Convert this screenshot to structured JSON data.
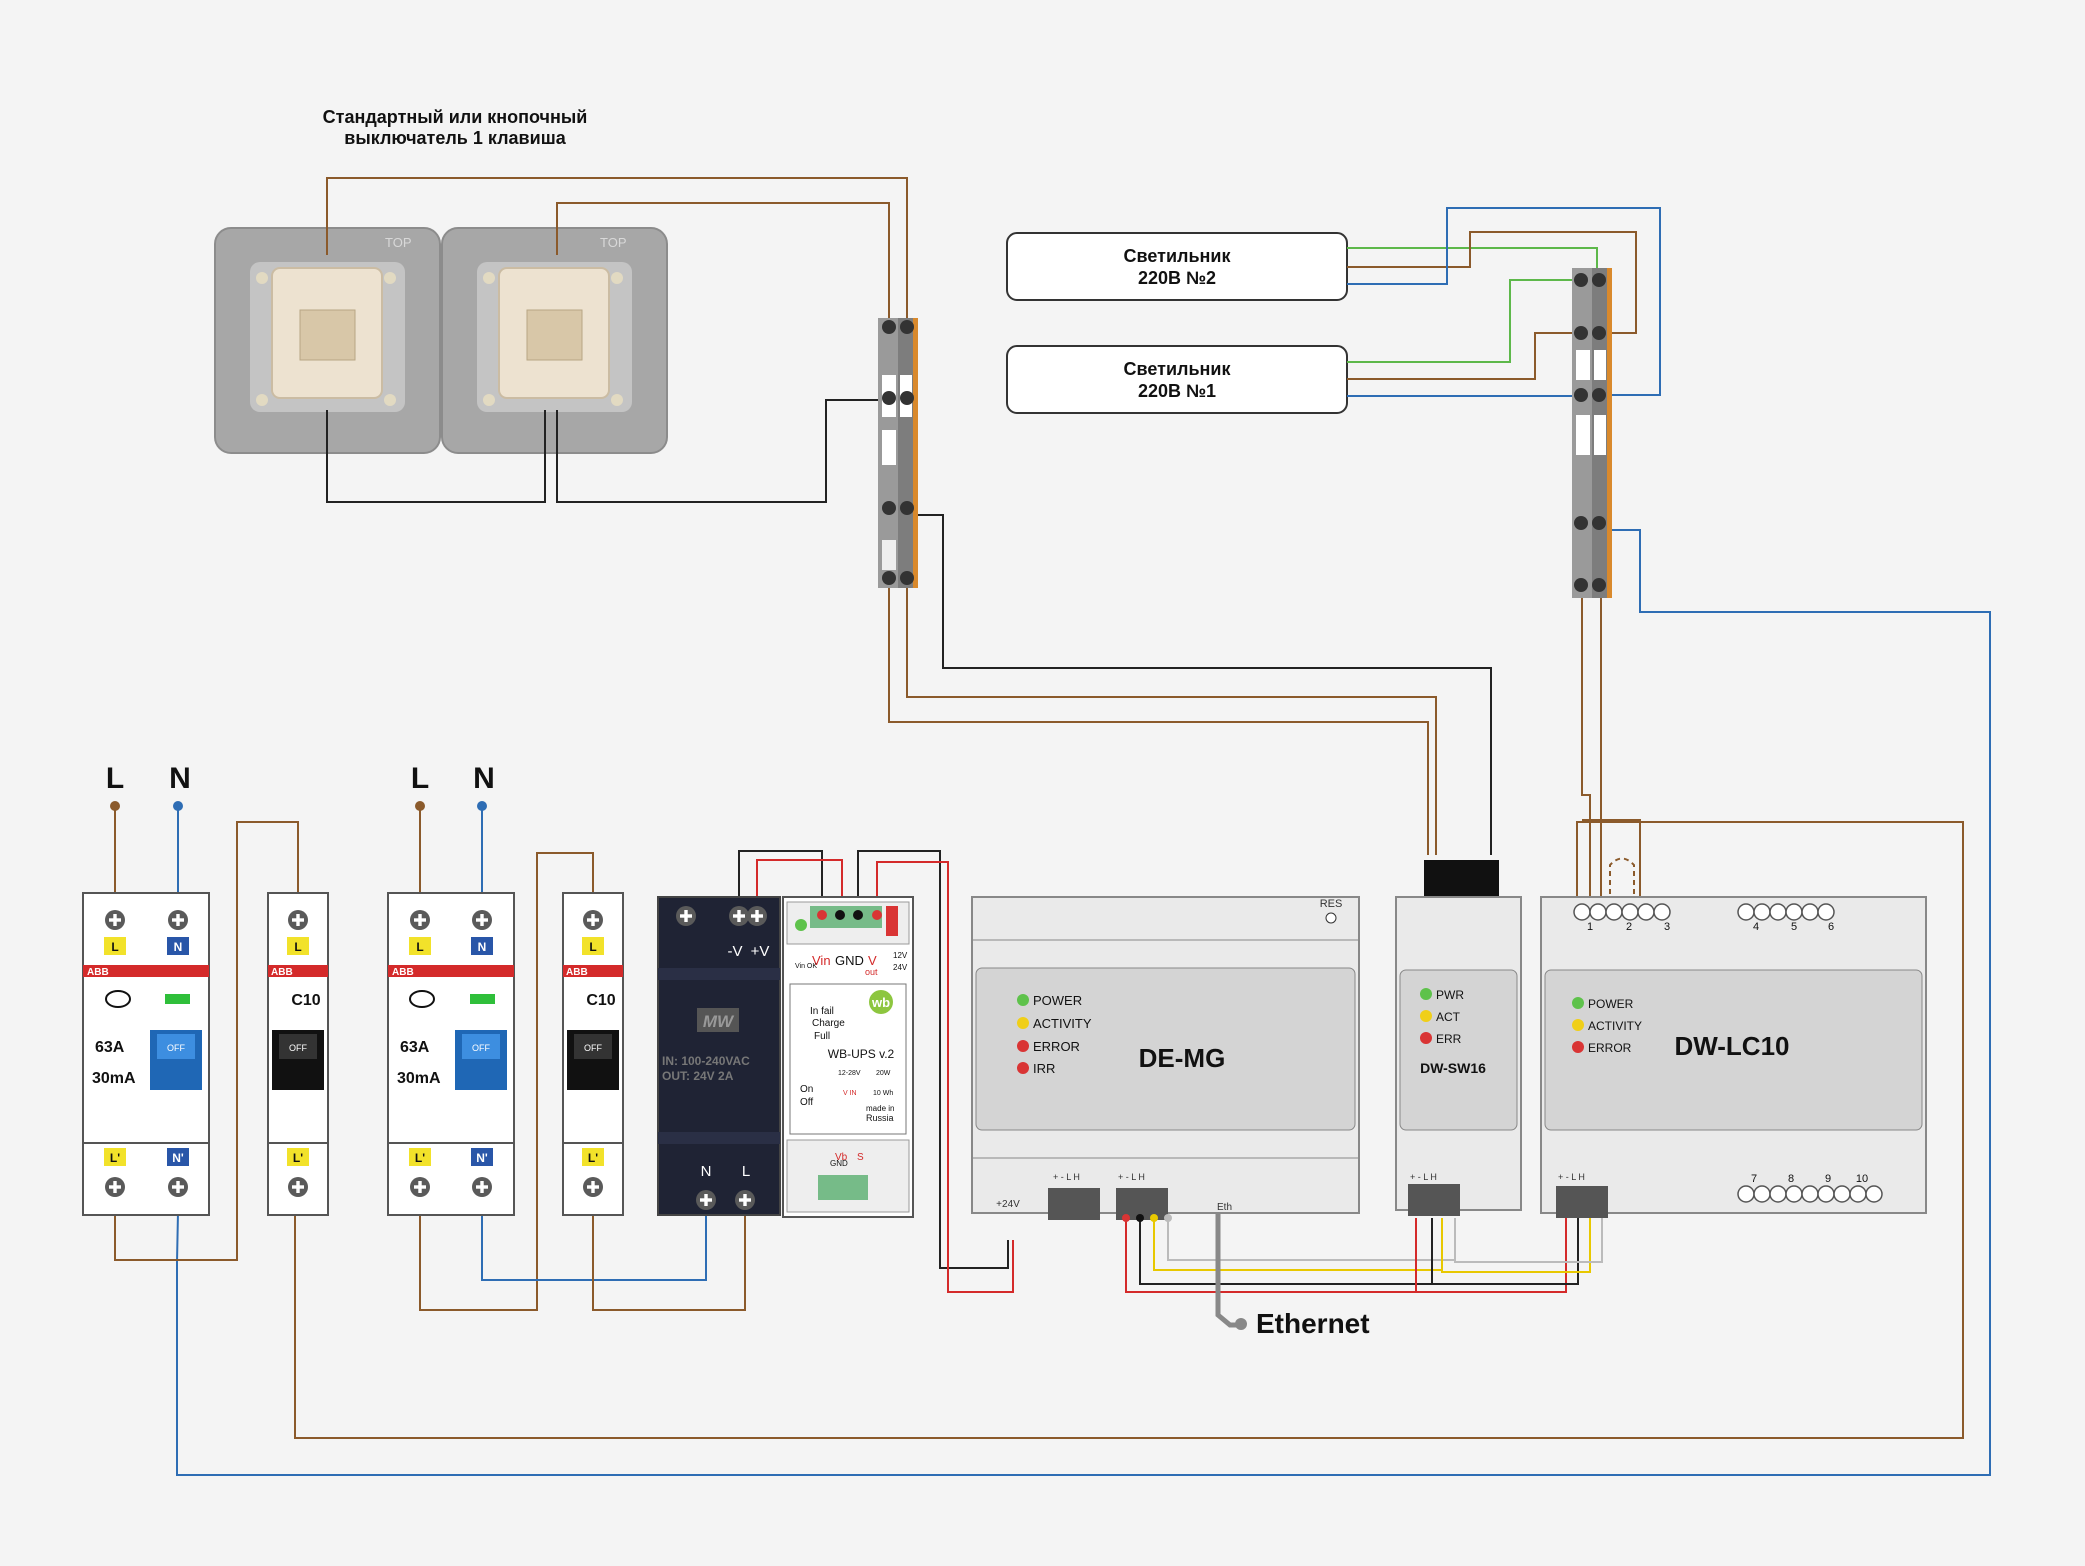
{
  "title": {
    "line1": "Стандартный или кнопочный",
    "line2": "выключатель 1 клавиша"
  },
  "switch_mark": "TOP",
  "lamps": [
    {
      "line1": "Светильник",
      "line2": "220В №2"
    },
    {
      "line1": "Светильник",
      "line2": "220В №1"
    }
  ],
  "power_labels": {
    "L": "L",
    "N": "N"
  },
  "rcd": {
    "brand": "ABB",
    "rating": "63A",
    "sens": "30mA",
    "off": "OFF",
    "t_l": "L",
    "t_n": "N",
    "t_l2": "L'",
    "t_n2": "N'"
  },
  "breaker": {
    "brand": "ABB",
    "rating": "C10",
    "off": "OFF",
    "t_l": "L",
    "t_l2": "L'"
  },
  "psu": {
    "logo": "MW",
    "in": "IN: 100-240VAC",
    "out": "OUT: 24V 2A",
    "vminus": "-V",
    "vplus": "+V",
    "n": "N",
    "l": "L"
  },
  "ups": {
    "logo": "wb",
    "model": "WB-UPS v.2",
    "vin": "Vin",
    "gnd": "GND",
    "v": "V",
    "out": "out",
    "v12": "12V",
    "v24": "24V",
    "vin_ok": "Vin OK",
    "in_fail": "In fail",
    "charge": "Charge",
    "full": "Full",
    "range": "12-28V",
    "vin2": "V IN",
    "power": "20W",
    "wh": "10 Wh",
    "on": "On",
    "off": "Off",
    "made1": "made in",
    "made2": "Russia",
    "gnd2": "GND",
    "vb": "Vb",
    "s": "S"
  },
  "demg": {
    "name": "DE-MG",
    "res": "RES",
    "v24": "+24V",
    "eth_port": "Eth",
    "pins": "+ - L H",
    "leds": [
      "POWER",
      "ACTIVITY",
      "ERROR",
      "IRR"
    ]
  },
  "sw16": {
    "name": "DW-SW16",
    "pins": "+ - L H",
    "leds": [
      "PWR",
      "ACT",
      "ERR"
    ]
  },
  "lc10": {
    "name": "DW-LC10",
    "pins": "+ - L H",
    "leds": [
      "POWER",
      "ACTIVITY",
      "ERROR"
    ],
    "top_nums": [
      "1",
      "2",
      "3",
      "4",
      "5",
      "6"
    ],
    "bot_nums": [
      "7",
      "8",
      "9",
      "10"
    ]
  },
  "ethernet_label": "Ethernet",
  "colors": {
    "brown": "#8B5A2B",
    "blue": "#2E6DB4",
    "green": "#5DB84A",
    "black": "#111111",
    "red": "#D42A2A",
    "yellow": "#E8C800",
    "gray": "#888888",
    "led_green": "#5EC24B",
    "led_yellow": "#F0CF18",
    "led_red": "#D93434"
  }
}
